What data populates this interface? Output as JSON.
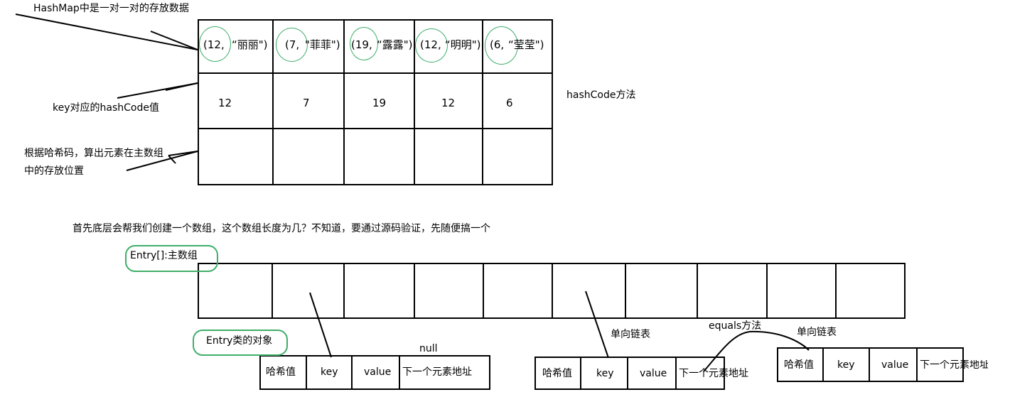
{
  "annotations": {
    "title": "HashMap中是一对一对的存放数据",
    "key_hash_label": "key对应的hashCode值",
    "bucket_calc_line1": "根据哈希码，算出元素在主数组",
    "bucket_calc_line2": "中的存放位置",
    "hashcode_method": "hashCode方法",
    "intro_sentence": "首先底层会帮我们创建一个数组，这个数组长度为几？不知道，要通过源码验证，先随便搞一个",
    "entry_array_label": "Entry[]:主数组",
    "entry_object_label": "Entry类的对象",
    "null_label": "null",
    "linked_list_1": "单向链表",
    "linked_list_2": "单向链表",
    "equals_method": "equals方法"
  },
  "pairs": [
    {
      "key": "(12,",
      "value": "“丽丽\")"
    },
    {
      "key": "(7,",
      "value": "\"菲菲\")"
    },
    {
      "key": "(19,",
      "value": "“露露\")"
    },
    {
      "key": "(12,",
      "value": "“明明\")"
    },
    {
      "key": "(6,",
      "value": "“莹莹\")"
    }
  ],
  "hash_codes": [
    "12",
    "7",
    "19",
    "12",
    "6"
  ],
  "entry_node_fields": {
    "hash": "哈希值",
    "key": "key",
    "value": "value",
    "next": "下一个元素地址"
  },
  "entry_nodes_3": {
    "hash": "哈希值",
    "key": "key",
    "value": "value",
    "next": "下一个元素地址"
  },
  "colors": {
    "accent_green": "#3fae6a",
    "ink": "#000000"
  }
}
